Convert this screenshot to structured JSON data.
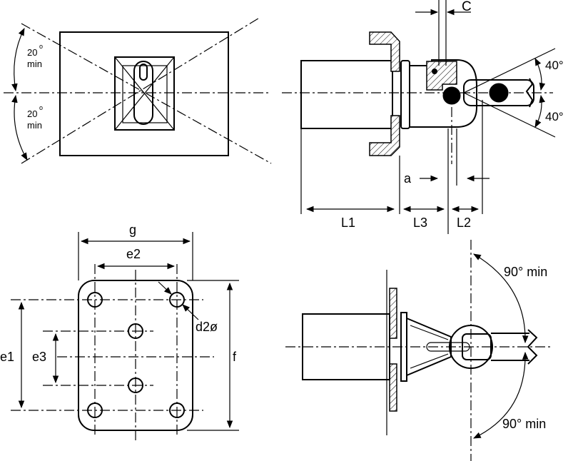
{
  "top_left": {
    "angle_top_value": "20",
    "angle_top_unit": "o",
    "angle_top_suffix": "min",
    "angle_bottom_value": "20",
    "angle_bottom_unit": "o",
    "angle_bottom_suffix": "min"
  },
  "top_right": {
    "label_c": "C",
    "angle_top": "40°",
    "angle_bottom": "40°",
    "label_a": "a",
    "label_l1": "L1",
    "label_l3": "L3",
    "label_l2": "L2"
  },
  "bottom_left": {
    "label_g": "g",
    "label_e2": "e2",
    "label_d2": "d2ø",
    "label_e1": "e1",
    "label_e3": "e3",
    "label_f": "f"
  },
  "bottom_right": {
    "angle_top": "90° min",
    "angle_bottom": "90° min"
  }
}
